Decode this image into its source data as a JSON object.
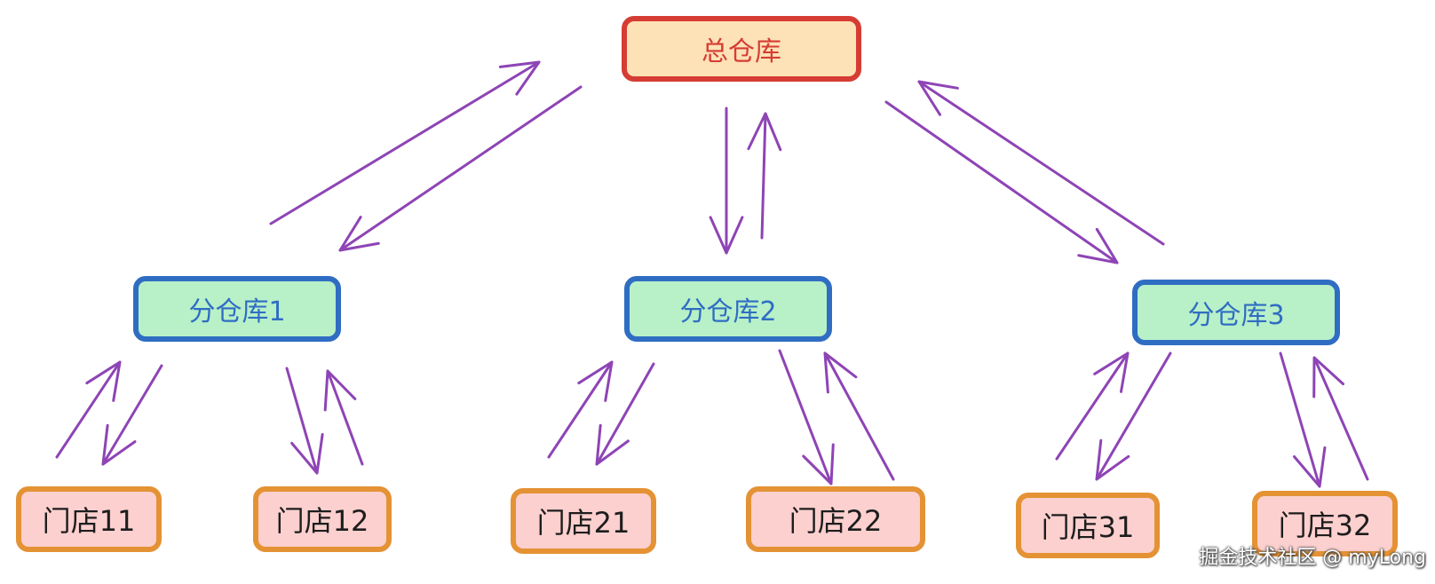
{
  "diagram": {
    "nodes": {
      "root": "总仓库",
      "branch_1": "分仓库1",
      "branch_2": "分仓库2",
      "branch_3": "分仓库3",
      "store_11": "门店11",
      "store_12": "门店12",
      "store_21": "门店21",
      "store_22": "门店22",
      "store_31": "门店31",
      "store_32": "门店32"
    },
    "edges": [
      {
        "from": "root",
        "to": "branch_1",
        "bidirectional": true
      },
      {
        "from": "root",
        "to": "branch_2",
        "bidirectional": true
      },
      {
        "from": "root",
        "to": "branch_3",
        "bidirectional": true
      },
      {
        "from": "branch_1",
        "to": "store_11",
        "bidirectional": true
      },
      {
        "from": "branch_1",
        "to": "store_12",
        "bidirectional": true
      },
      {
        "from": "branch_2",
        "to": "store_21",
        "bidirectional": true
      },
      {
        "from": "branch_2",
        "to": "store_22",
        "bidirectional": true
      },
      {
        "from": "branch_3",
        "to": "store_31",
        "bidirectional": true
      },
      {
        "from": "branch_3",
        "to": "store_32",
        "bidirectional": true
      }
    ],
    "colors": {
      "arrow": "#8e44b5",
      "root_border": "#d53d34",
      "root_fill": "#fde1b7",
      "branch_border": "#2f6dc3",
      "branch_fill": "#b8f0c8",
      "store_border": "#e49234",
      "store_fill": "#fcd0cf"
    }
  },
  "watermark": "掘金技术社区 @ myLong"
}
